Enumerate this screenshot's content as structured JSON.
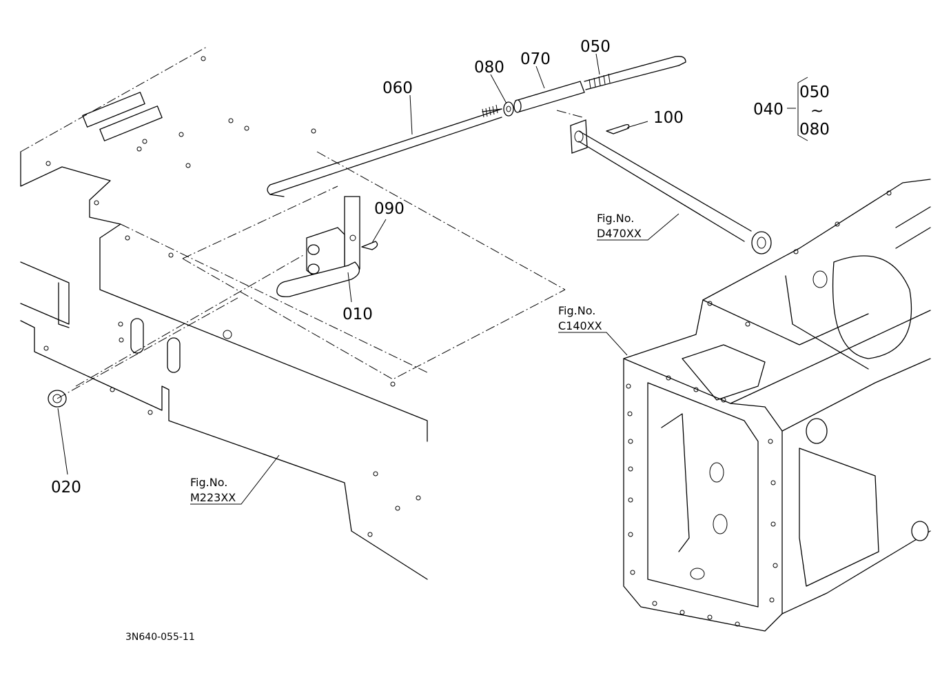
{
  "parts": {
    "p010": "010",
    "p020": "020",
    "p040": "040",
    "p050": "050",
    "p060": "060",
    "p070": "070",
    "p080": "080",
    "p090": "090",
    "p100": "100",
    "bracket_top": "050",
    "bracket_tilde": "~",
    "bracket_bottom": "080"
  },
  "figure_refs": {
    "d470_label": "Fig.No.",
    "d470_code": "D470XX",
    "c140_label": "Fig.No.",
    "c140_code": "C140XX",
    "m223_label": "Fig.No.",
    "m223_code": "M223XX"
  },
  "drawing_code": "3N640-055-11"
}
